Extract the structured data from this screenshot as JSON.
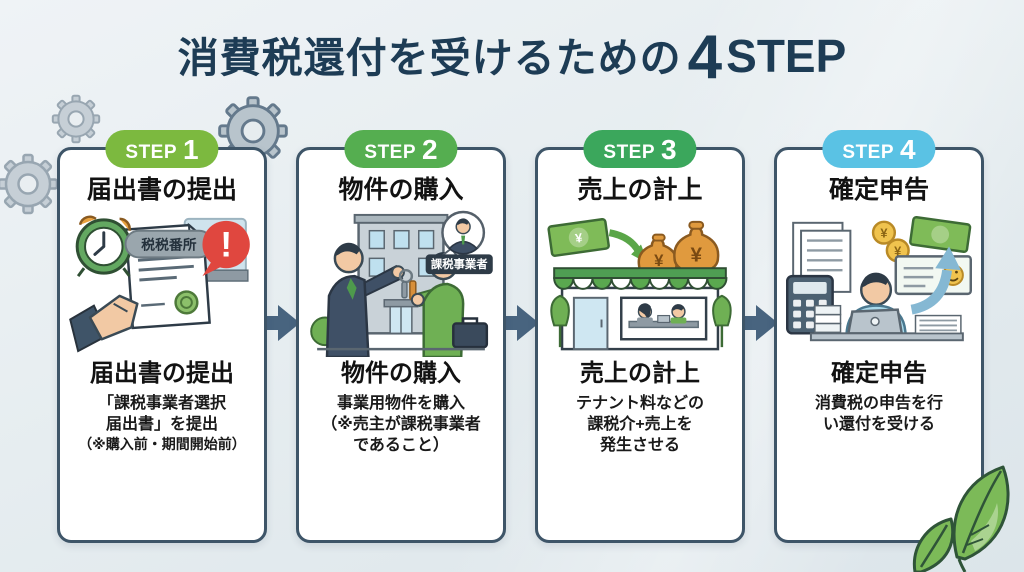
{
  "title": {
    "prefix": "消費税還付を受けるための",
    "number": "4",
    "suffix": "STEP"
  },
  "yen": "¥",
  "colors": {
    "title_navy": "#1d3c55",
    "card_border": "#3e5568",
    "arrow": "#48647f",
    "step1_badge": "#7cb93f",
    "step2_badge": "#55ae50",
    "step3_badge": "#3ba75c",
    "step4_badge": "#5ac2e4"
  },
  "steps": [
    {
      "badge_label": "STEP",
      "badge_number": "1",
      "heading": "届出書の提出",
      "desc1": "「課税事業者選択",
      "desc2": "届出書」を提出",
      "desc3": "（※購入前・期間開始前）",
      "office_label": "税税番所",
      "alert": "!"
    },
    {
      "badge_label": "STEP",
      "badge_number": "2",
      "heading": "物件の購入",
      "desc1": "事業用物件を購入",
      "desc2": "（※売主が課税事業者",
      "desc3": "であること）",
      "bubble_label": "課税事業者"
    },
    {
      "badge_label": "STEP",
      "badge_number": "3",
      "heading": "売上の計上",
      "desc1": "テナント料などの",
      "desc2": "課税介+売上を",
      "desc3": "発生させる"
    },
    {
      "badge_label": "STEP",
      "badge_number": "4",
      "heading": "確定申告",
      "desc1": "消費税の申告を行",
      "desc2": "い還付を受ける"
    }
  ]
}
